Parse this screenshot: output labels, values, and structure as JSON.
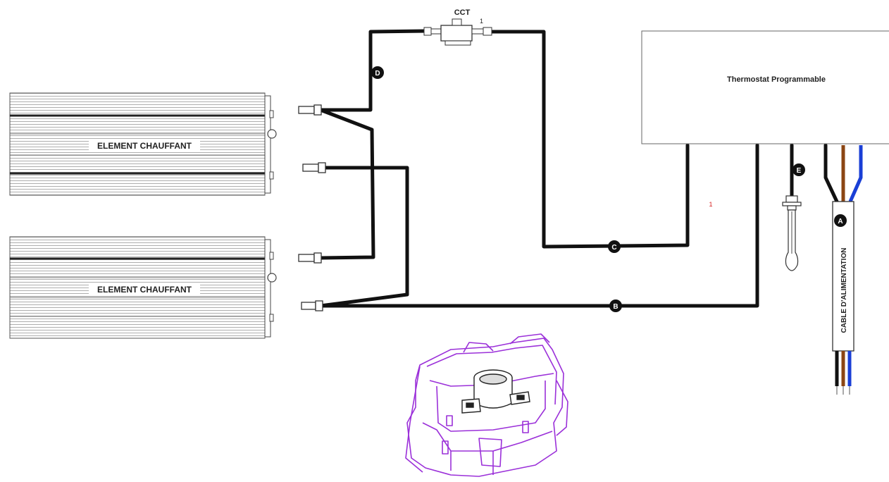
{
  "heaters": [
    {
      "label": "ELEMENT CHAUFFANT"
    },
    {
      "label": "ELEMENT CHAUFFANT"
    }
  ],
  "cct": {
    "label": "CCT",
    "pin_label": "1"
  },
  "thermostat": {
    "label": "Thermostat Programmable"
  },
  "markers": {
    "a": "A",
    "b": "B",
    "c": "C",
    "d": "D",
    "e": "E"
  },
  "annotation": "1",
  "cable": {
    "label": "CABLE D'ALIMENTATION"
  },
  "colors": {
    "wire": "#111111",
    "brown": "#8B4513",
    "blue": "#1a3fd6",
    "bracket": "#9b30d9",
    "annotation_red": "#d62020"
  }
}
